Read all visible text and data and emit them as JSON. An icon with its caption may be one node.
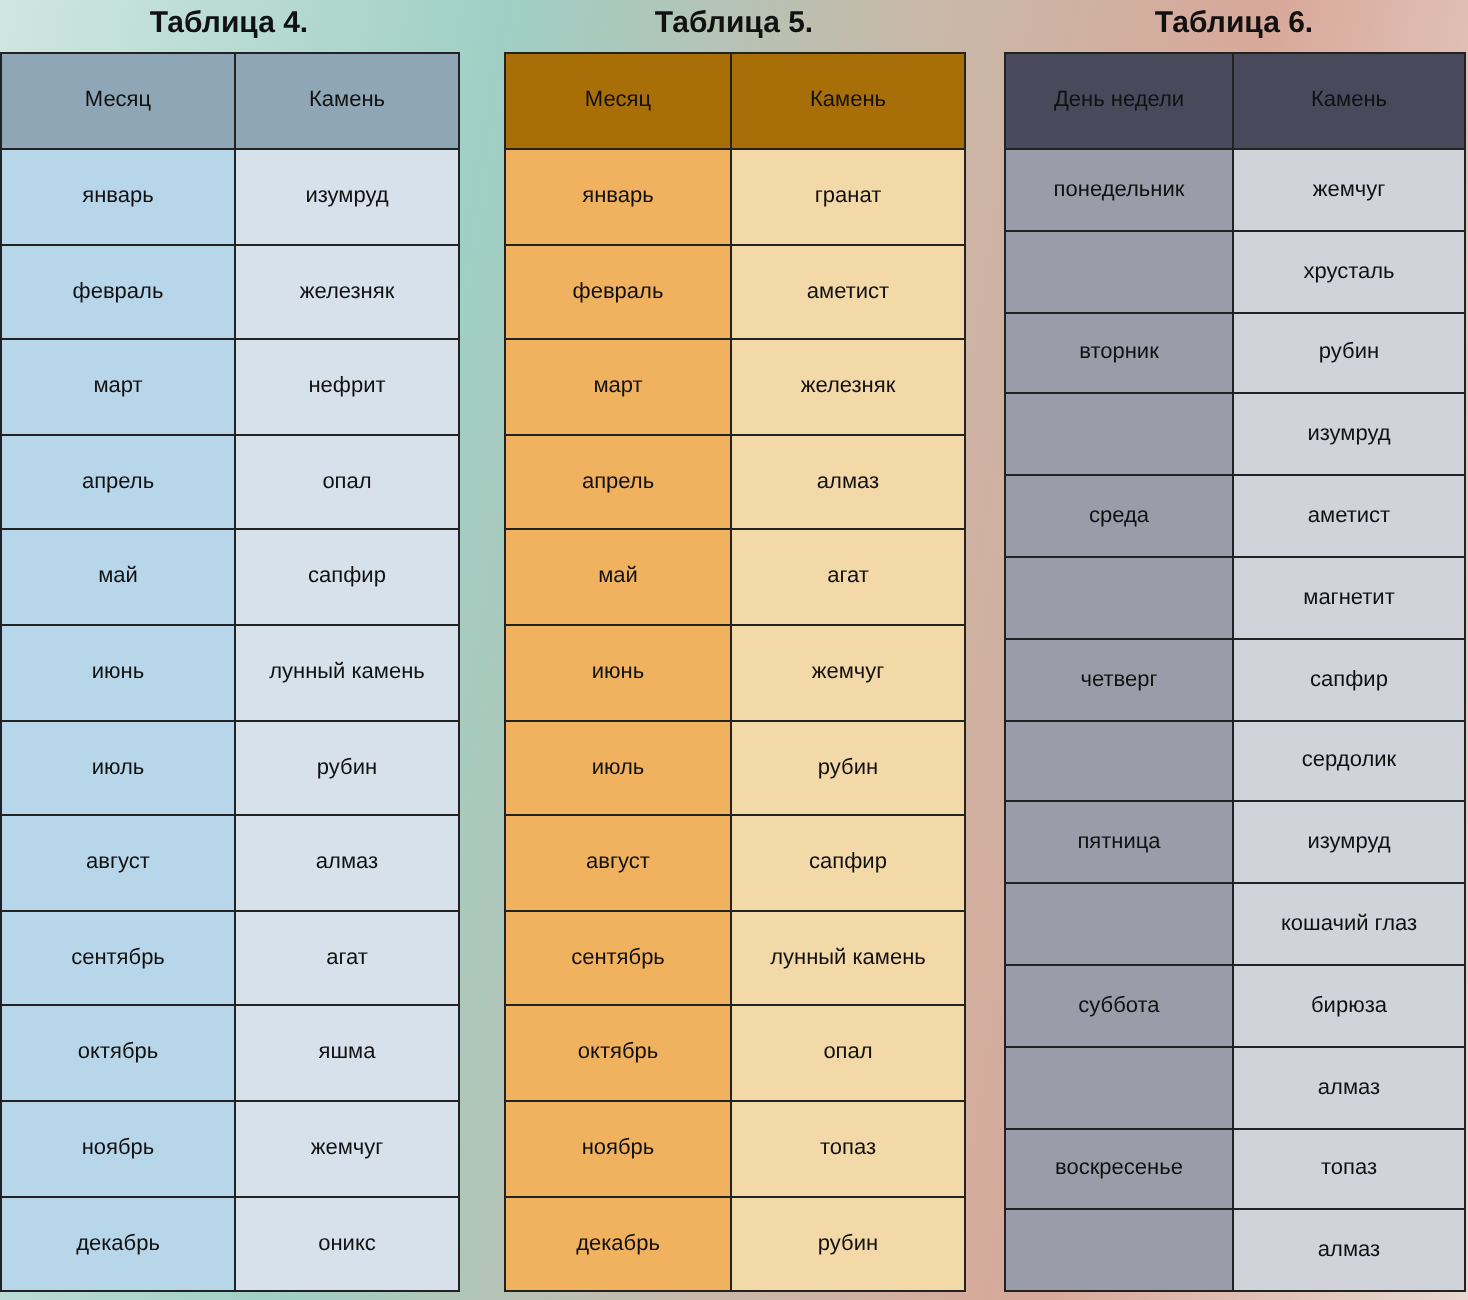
{
  "diagram": {
    "labels": [
      "Таблица 4.",
      "Таблица 5.",
      "Таблица 6.",
      "Месяц",
      "Камень",
      "январь",
      "изумруд",
      "февраль",
      "железняк",
      "март",
      "нефрит",
      "апрель",
      "опал",
      "май",
      "сапфир",
      "июнь",
      "лунный камень",
      "июль",
      "рубин",
      "август",
      "алмаз",
      "сентябрь",
      "агат",
      "октябрь",
      "яшма",
      "ноябрь",
      "жемчуг",
      "декабрь",
      "оникс",
      "Месяц",
      "Камень",
      "январь",
      "гранат",
      "февраль",
      "аметист",
      "март",
      "железняк",
      "апрель",
      "алмаз",
      "май",
      "агат",
      "июнь",
      "жемчуг",
      "июль",
      "рубин",
      "август",
      "сапфир",
      "сентябрь",
      "лунный камень",
      "октябрь",
      "опал",
      "ноябрь",
      "топаз",
      "декабрь",
      "рубин",
      "День недели",
      "Камень",
      "понедельник",
      "жемчуг",
      "хрусталь",
      "вторник",
      "рубин",
      "изумруд",
      "среда",
      "аметист",
      "магнетит",
      "четверг",
      "сапфир",
      "сердолик",
      "пятница",
      "изумруд",
      "кошачий глаз",
      "суббота",
      "бирюза",
      "алмаз",
      "воскресенье",
      "топаз",
      "алмаз"
    ]
  }
}
